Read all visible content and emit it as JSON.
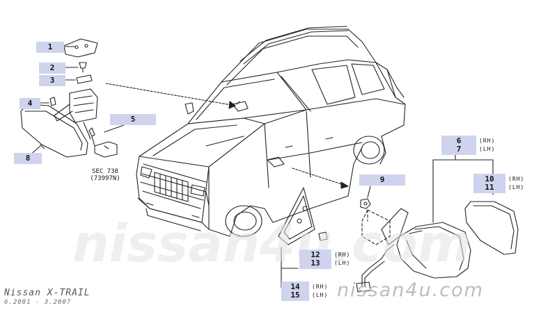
{
  "watermark": {
    "text": "nissan4u.com"
  },
  "footer": {
    "model": "Nissan X-TRAIL",
    "years": "6.2001 - 3.2007",
    "site": "nissan4u.com"
  },
  "section_ref": {
    "line1": "SEC 738",
    "line2": "(73997N)"
  },
  "parts": [
    {
      "num": "1"
    },
    {
      "num": "2"
    },
    {
      "num": "3"
    },
    {
      "num": "4"
    },
    {
      "num": "5"
    },
    {
      "num": "6"
    },
    {
      "num": "7"
    },
    {
      "num": "8"
    },
    {
      "num": "9"
    },
    {
      "num": "10"
    },
    {
      "num": "11"
    },
    {
      "num": "12"
    },
    {
      "num": "13"
    },
    {
      "num": "14"
    },
    {
      "num": "15"
    }
  ],
  "sides": {
    "rh": "(RH)",
    "lh": "(LH)"
  }
}
